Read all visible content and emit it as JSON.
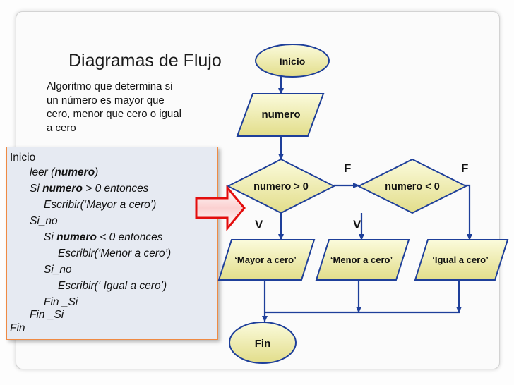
{
  "title": "Diagramas de Flujo",
  "description": [
    "Algoritmo que determina si",
    "un número es mayor que",
    "cero, menor que cero o igual",
    "a cero"
  ],
  "pseudocode": {
    "l1": "Inicio",
    "l2_a": "leer (",
    "l2_b": "numero",
    "l2_c": ")",
    "l3_a": "Si ",
    "l3_b": "numero",
    "l3_c": " > 0 entonces",
    "l4": "Escribir(‘Mayor a cero’)",
    "l5": "Si_no",
    "l6_a": "Si ",
    "l6_b": "numero",
    "l6_c": " < 0 entonces",
    "l7": "Escribir(‘Menor a cero’)",
    "l8": "Si_no",
    "l9": "Escribir(‘ Igual a cero’)",
    "l10": "Fin _Si",
    "l11": "Fin _Si",
    "l12": "Fin"
  },
  "flowchart": {
    "start": "Inicio",
    "input": "numero",
    "decision1": "numero > 0",
    "decision2": "numero < 0",
    "out_mayor": "‘Mayor a cero’",
    "out_menor": "‘Menor a cero’",
    "out_igual": "‘Igual a cero’",
    "end": "Fin",
    "true_label": "V",
    "false_label": "F"
  },
  "colors": {
    "shape_fill_top": "#fbfbdc",
    "shape_fill_bottom": "#e2dd8a",
    "shape_border": "#1e3f9a",
    "arrow": "#1e3f9a",
    "pointer_arrow": "#e30d0d",
    "pseudo_border": "#ef8a43"
  }
}
